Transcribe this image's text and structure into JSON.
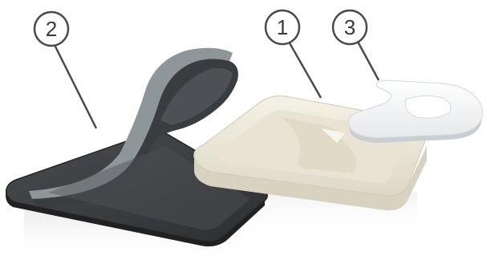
{
  "callouts": [
    {
      "label": "2",
      "name": "callout-2"
    },
    {
      "label": "1",
      "name": "callout-1"
    },
    {
      "label": "3",
      "name": "callout-3"
    }
  ],
  "colors": {
    "outer_cover": "#3c3f42",
    "outer_cover_edge": "#2a2c2e",
    "inner_lining": "#8f9699",
    "foam_insert": "#efecdf",
    "foam_shadow": "#d9d4c2",
    "small_pad": "#ffffff",
    "callout_stroke": "#4a4a4a"
  }
}
